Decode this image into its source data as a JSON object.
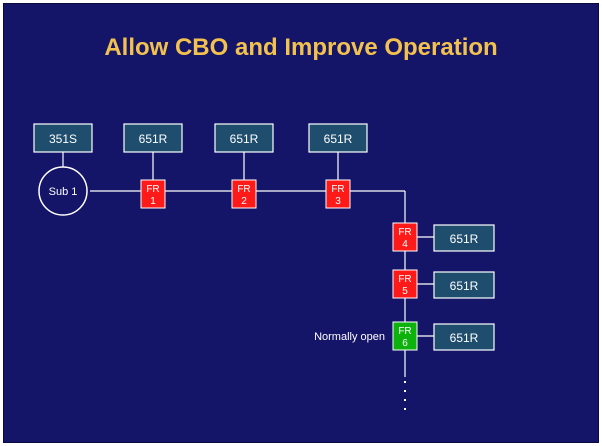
{
  "slide": {
    "title": "Allow CBO and Improve Operation",
    "background_color": "#141468",
    "title_color": "#f2c14e"
  },
  "substation": {
    "label": "Sub 1",
    "relay": "351S"
  },
  "colors": {
    "relay_box_fill": "#1e4d6e",
    "relay_box_stroke": "#ffffff",
    "recloser_closed": "#ff1a1a",
    "recloser_open": "#0db20d",
    "line": "#ffffff"
  },
  "reclosers": [
    {
      "id": "fr1",
      "line1": "FR",
      "line2": "1",
      "state": "closed",
      "relay": "651R"
    },
    {
      "id": "fr2",
      "line1": "FR",
      "line2": "2",
      "state": "closed",
      "relay": "651R"
    },
    {
      "id": "fr3",
      "line1": "FR",
      "line2": "3",
      "state": "closed",
      "relay": "651R"
    },
    {
      "id": "fr4",
      "line1": "FR",
      "line2": "4",
      "state": "closed",
      "relay": "651R"
    },
    {
      "id": "fr5",
      "line1": "FR",
      "line2": "5",
      "state": "closed",
      "relay": "651R"
    },
    {
      "id": "fr6",
      "line1": "FR",
      "line2": "6",
      "state": "open",
      "relay": "651R"
    }
  ],
  "annotations": {
    "normally_open": "Normally open"
  }
}
